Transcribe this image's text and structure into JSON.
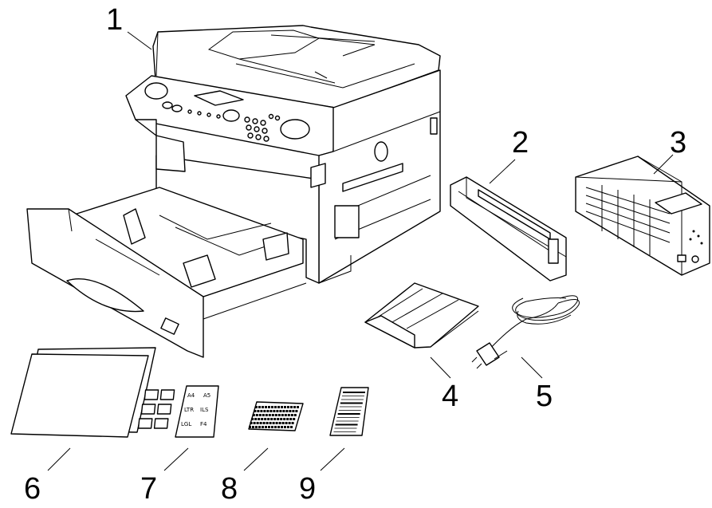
{
  "callouts": {
    "c1": "1",
    "c2": "2",
    "c3": "3",
    "c4": "4",
    "c5": "5",
    "c6": "6",
    "c7": "7",
    "c8": "8",
    "c9": "9"
  },
  "size_labels": {
    "a4": "A4",
    "a5": "A5",
    "ltr": "LTR",
    "ils": "ILS",
    "lgl": "LGL",
    "f4": "F4"
  }
}
